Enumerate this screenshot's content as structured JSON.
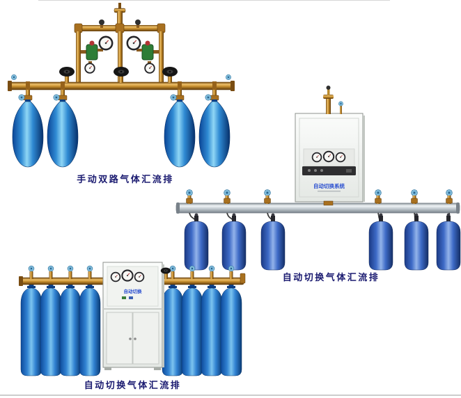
{
  "figures": {
    "fig1": {
      "caption": "手动双路气体汇流排"
    },
    "fig2": {
      "caption": "自动切换气体汇流排",
      "cabinet_label": "自动切换系统"
    },
    "fig3": {
      "caption": "自动切换气体汇流排",
      "cabinet_label": "自动切换"
    }
  },
  "colors": {
    "brass": "#c8902f",
    "silver_pipe": "#c5cdd3",
    "cylinder_bright_blue": "#2f8ad3",
    "cylinder_navy": "#3d6ac6",
    "cabinet_white": "#eef0ed",
    "caption_text": "#1a1a70",
    "cabinet_label_text": "#2a4fd0"
  },
  "icons": {
    "pressure_gauge": "pressure-gauge-icon",
    "blue_handwheel": "valve-handwheel-icon",
    "black_handwheel": "shutoff-valve-icon"
  }
}
